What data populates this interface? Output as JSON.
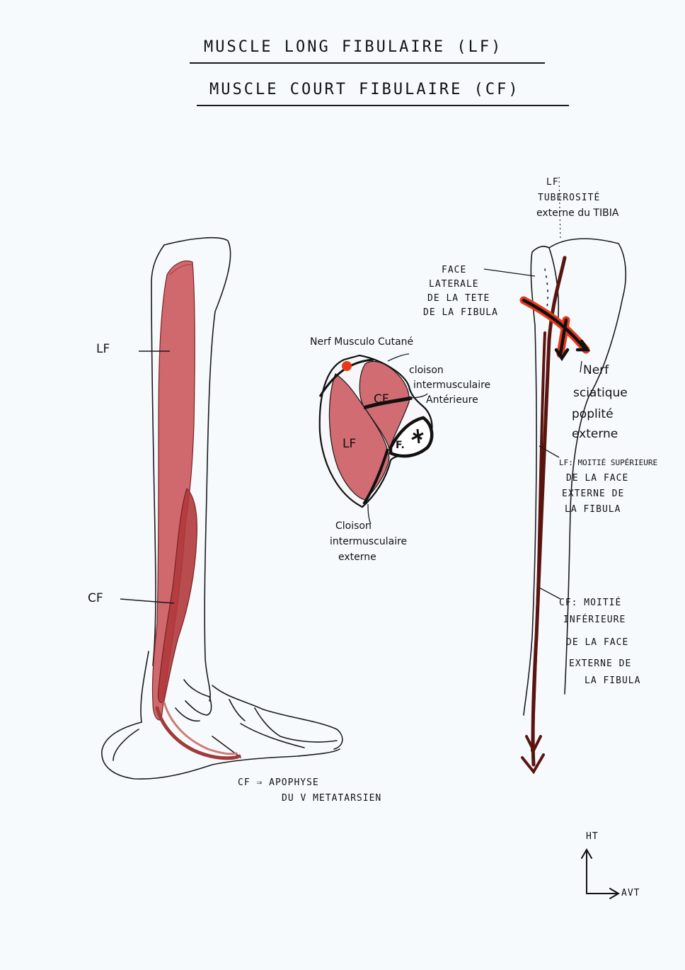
{
  "titles": {
    "line1": "MUSCLE LONG FIBULAIRE (LF)",
    "line2": "MUSCLE COURT FIBULAIRE (CF)"
  },
  "leg": {
    "lf_label": "LF",
    "cf_label": "CF",
    "cf_insertion": [
      "CF ⇒ APOPHYSE",
      "DU V METATARSIEN"
    ]
  },
  "section": {
    "nerve_label": "Nerf Musculo Cutané",
    "septum_ant": [
      "cloison",
      "intermusculaire",
      "Antérieure"
    ],
    "cf": "CF",
    "lf": "LF",
    "fibula": "F.",
    "septum_ext": [
      "Cloison",
      "intermusculaire",
      "externe"
    ]
  },
  "fibula_view": {
    "lf_origin": [
      "LF",
      "TUBEROSITÉ",
      "externe du TIBIA"
    ],
    "face_laterale": [
      "FACE",
      "LATERALE",
      "DE LA TETE",
      "DE LA FIBULA"
    ],
    "nerve": [
      "Nerf",
      "sciatique",
      "poplité",
      "externe"
    ],
    "lf_origin2": [
      "LF: MOITIÉ SUPÉRIEURE",
      "DE LA FACE",
      "EXTERNE DE",
      "LA FIBULA"
    ],
    "cf_origin": [
      "CF: MOITIÉ",
      "INFÉRIEURE",
      "DE LA FACE",
      "EXTERNE DE",
      "LA FIBULA"
    ]
  },
  "axes": {
    "up": "HT",
    "right": "AVT"
  },
  "colors": {
    "muscle": "#c9545a",
    "muscle_dark": "#8e2a2a",
    "tendon": "#5a1410",
    "nerve": "#e8391b",
    "ink": "#111111"
  }
}
